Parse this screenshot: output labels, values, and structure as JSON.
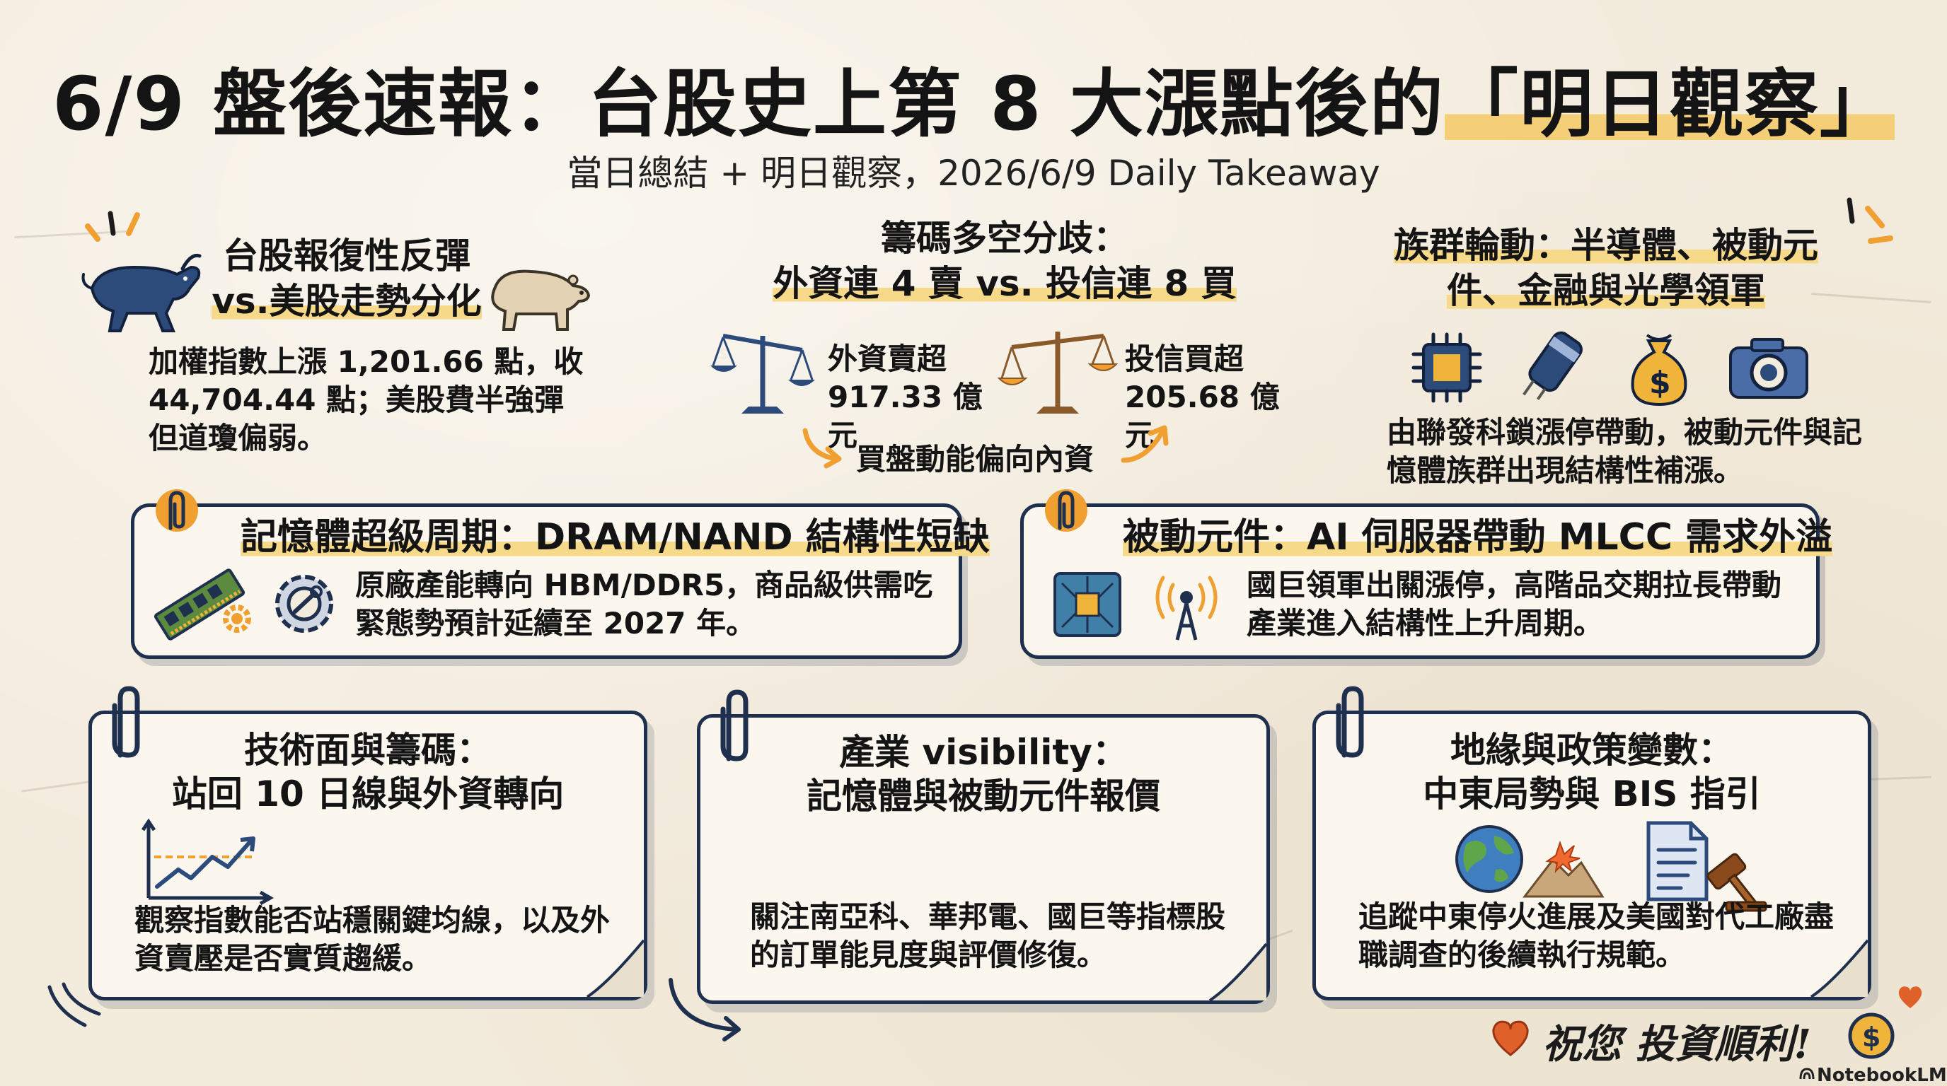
{
  "title": {
    "main": "6/9 盤後速報：台股史上第 8 大漲點後的",
    "highlight": "「明日觀察」"
  },
  "subtitle": "當日總結 + 明日觀察，2026/6/9 Daily Takeaway",
  "top": {
    "market": {
      "heading_line1": "台股報復性反彈",
      "heading_line2": "vs.美股走勢分化",
      "body": "加權指數上漲 1,201.66 點，收 44,704.44 點；美股費半強彈但道瓊偏弱。",
      "icons": [
        "bull-icon",
        "bear-icon"
      ]
    },
    "chips": {
      "heading_line1": "籌碼多空分歧：",
      "heading_line2": "外資連 4 賣 vs. 投信連 8 買",
      "foreign_label": "外資賣超",
      "foreign_value": "917.33 億元",
      "trust_label": "投信買超",
      "trust_value": "205.68 億元",
      "flow_note": "買盤動能偏向內資"
    },
    "sectors": {
      "heading_line1": "族群輪動：半導體、被動元",
      "heading_line2": "件、金融與光學領軍",
      "body": "由聯發科鎖漲停帶動，被動元件與記憶體族群出現結構性補漲。",
      "icons": [
        "chip-icon",
        "capacitor-icon",
        "money-bag-icon",
        "camera-icon"
      ]
    }
  },
  "middle": {
    "memory": {
      "heading": "記憶體超級周期：DRAM/NAND 結構性短缺",
      "body": "原廠產能轉向 HBM/DDR5，商品級供需吃緊態勢預計延續至 2027 年。"
    },
    "passive": {
      "heading": "被動元件：AI 伺服器帶動 MLCC 需求外溢",
      "body": "國巨領軍出關漲停，高階品交期拉長帶動產業進入結構性上升周期。"
    }
  },
  "bottom": {
    "technical": {
      "heading_line1": "技術面與籌碼：",
      "heading_line2": "站回 10 日線與外資轉向",
      "body": "觀察指數能否站穩關鍵均線，以及外資賣壓是否實質趨緩。"
    },
    "industry": {
      "heading_line1": "產業 visibility：",
      "heading_line2": "記憶體與被動元件報價",
      "body": "關注南亞科、華邦電、國巨等指標股的訂單能見度與評價修復。"
    },
    "geopolitics": {
      "heading_line1": "地緣與政策變數：",
      "heading_line2": "中東局勢與 BIS 指引",
      "body": "追蹤中東停火進展及美國對代工廠盡職調查的後續執行規範。"
    }
  },
  "footer": {
    "blessing": "祝您 投資順利!",
    "brand": "NotebookLM"
  },
  "colors": {
    "navy": "#1f2f4e",
    "highlight_yellow": "#f5cf77",
    "accent_orange": "#f0a030",
    "paper": "#f3ebdc"
  }
}
